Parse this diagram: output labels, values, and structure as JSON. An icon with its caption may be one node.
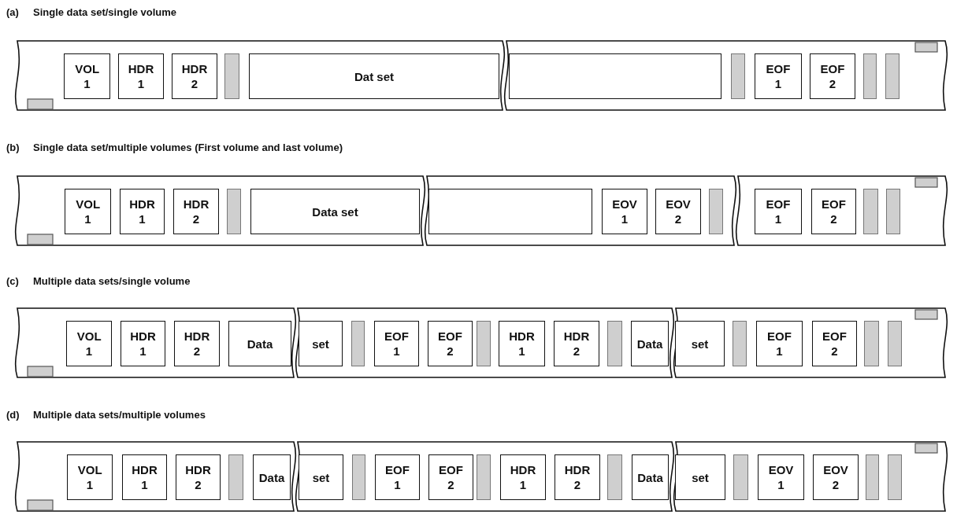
{
  "diagram": {
    "nodes": [
      {
        "text": [
          "VOL 1"
        ]
      },
      {
        "text": [
          "HDR 1"
        ]
      },
      {
        "text": [
          "HDR 2"
        ]
      },
      {
        "text": [],
        "shape": "bar"
      },
      {
        "text": [
          "Dat set"
        ]
      },
      {
        "text": [],
        "shape": "box"
      },
      {
        "text": [],
        "shape": "bar"
      },
      {
        "text": [
          "EOF 1"
        ]
      },
      {
        "text": [
          "EOF 2"
        ]
      },
      {
        "text": [],
        "shape": "bar"
      },
      {
        "text": [],
        "shape": "bar"
      },
      {
        "text": [
          "VOL 1"
        ]
      },
      {
        "text": [
          "HDR 1"
        ]
      },
      {
        "text": [
          "HDR 2"
        ]
      },
      {
        "text": [],
        "shape": "bar"
      },
      {
        "text": [
          "Data set"
        ]
      },
      {
        "text": [],
        "shape": "box"
      },
      {
        "text": [
          "EOV 1"
        ]
      },
      {
        "text": [
          "EOV 2"
        ]
      },
      {
        "text": [],
        "shape": "bar"
      },
      {
        "text": [
          "EOF 1"
        ]
      },
      {
        "text": [
          "EOF 2"
        ]
      },
      {
        "text": [],
        "shape": "bar"
      },
      {
        "text": [],
        "shape": "bar"
      },
      {
        "text": [
          "VOL 1"
        ]
      },
      {
        "text": [
          "HDR 1"
        ]
      },
      {
        "text": [
          "HDR 2"
        ]
      },
      {
        "text": [
          "Data"
        ]
      },
      {
        "text": [
          "set"
        ]
      },
      {
        "text": [],
        "shape": "bar"
      },
      {
        "text": [
          "EOF 1"
        ]
      },
      {
        "text": [
          "EOF 2"
        ]
      },
      {
        "text": [],
        "shape": "bar"
      },
      {
        "text": [
          "HDR 1"
        ]
      },
      {
        "text": [
          "HDR 2"
        ]
      },
      {
        "text": [],
        "shape": "bar"
      },
      {
        "text": [
          "Data"
        ]
      },
      {
        "text": [
          "set"
        ]
      },
      {
        "text": [],
        "shape": "bar"
      },
      {
        "text": [
          "EOF 1"
        ]
      },
      {
        "text": [
          "EOF 2"
        ]
      },
      {
        "text": [],
        "shape": "bar"
      },
      {
        "text": [],
        "shape": "bar"
      },
      {
        "text": [
          "VOL 1"
        ]
      },
      {
        "text": [
          "HDR 1"
        ]
      },
      {
        "text": [
          "HDR 2"
        ]
      },
      {
        "text": [],
        "shape": "bar"
      },
      {
        "text": [
          "Data"
        ]
      },
      {
        "text": [
          "set"
        ]
      },
      {
        "text": [],
        "shape": "bar"
      },
      {
        "text": [
          "EOF 1"
        ]
      },
      {
        "text": [
          "EOF 2"
        ]
      },
      {
        "text": [],
        "shape": "bar"
      },
      {
        "text": [
          "HDR 1"
        ]
      },
      {
        "text": [
          "HDR 2"
        ]
      },
      {
        "text": [],
        "shape": "bar"
      },
      {
        "text": [
          "Data"
        ]
      },
      {
        "text": [
          "set"
        ]
      },
      {
        "text": [],
        "shape": "bar"
      },
      {
        "text": [
          "EOV 1"
        ]
      },
      {
        "text": [
          "EOV 2"
        ]
      },
      {
        "text": [],
        "shape": "bar"
      },
      {
        "text": [],
        "shape": "bar"
      }
    ],
    "edges": [],
    "labels": [
      "(a)",
      "Single data set/single volume",
      "(b)",
      "Single data set/multiple volumes (First volume and last volume)",
      "(c)",
      "Multiple data sets/single volume",
      "(d)",
      "Multiple data sets/multiple volumes"
    ]
  }
}
